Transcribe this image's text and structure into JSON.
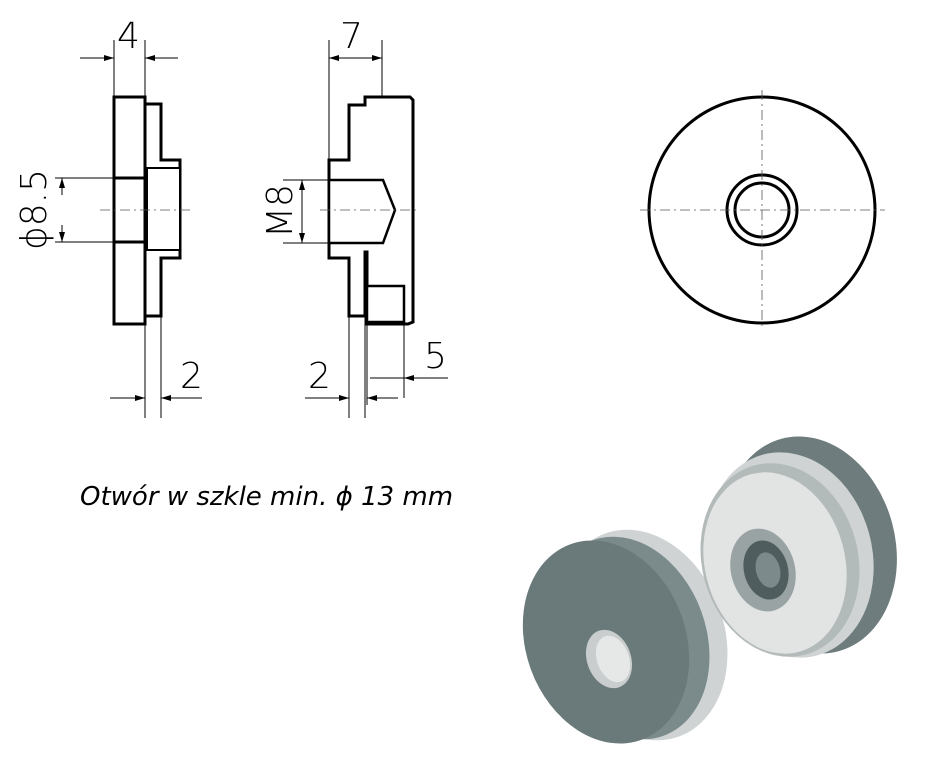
{
  "dimensions": {
    "left_width": "4",
    "left_hub": "2",
    "left_hole_diameter": "ϕ8.5",
    "right_width": "7",
    "right_washer": "2",
    "right_pocket": "5",
    "right_thread": "M8"
  },
  "note": "Otwór w szkle min. ϕ  13 mm",
  "colors": {
    "line": "#000000",
    "metal_dark": "#6e7c7d",
    "metal_light": "#cfd3d3"
  }
}
